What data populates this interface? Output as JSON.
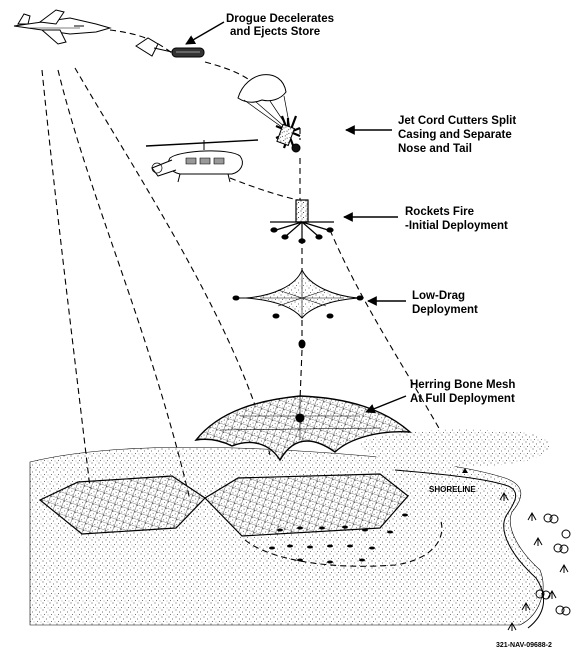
{
  "labels": {
    "drogue_line1": "Drogue Decelerates",
    "drogue_line2": "and Ejects Store",
    "jetcord_line1": "Jet Cord Cutters Split",
    "jetcord_line2": "Casing and Separate",
    "jetcord_line3": "Nose and Tail",
    "rockets_line1": "Rockets Fire",
    "rockets_line2": "-Initial Deployment",
    "lowdrag_line1": "Low-Drag",
    "lowdrag_line2": "Deployment",
    "mesh_line1": "Herring Bone Mesh",
    "mesh_line2": "At Full Deployment",
    "shoreline": "SHORELINE",
    "figure_id": "321-NAV-09688-2"
  }
}
